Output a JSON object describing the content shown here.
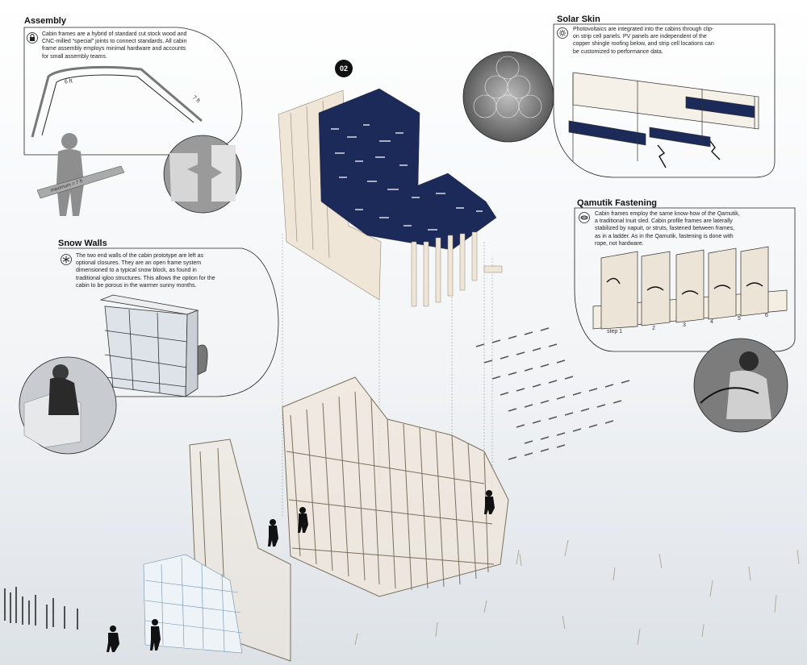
{
  "badge": "02",
  "assembly": {
    "title": "Assembly",
    "text": "Cabin frames are a hybrid of standard cut stock wood and CNC-milled “special” joints to connect standards. All cabin frame assembly employs minimal hardware and accounts for small assembly teams.",
    "dims": [
      "6 ft",
      "7 ft",
      "maximum = 7 ft"
    ],
    "icon": "lock-icon"
  },
  "snow_walls": {
    "title": "Snow Walls",
    "text": "The two end walls of the cabin prototype are left as optional closures. They are an open frame system dimensioned to a typical snow block, as found in traditional igloo structures. This allows the option for the cabin to be porous in the warmer sunny months.",
    "icon": "snowflake-icon"
  },
  "solar_skin": {
    "title": "Solar Skin",
    "text": "Photovoltaics are integrated into the cabins through clip-on strip cell panels. PV panels are independent of the copper shingle roofing below, and strip cell locations can be customized to performance data.",
    "icon": "sun-icon"
  },
  "qamutik": {
    "title": "Qamutik Fastening",
    "text": "Cabin frames employ the same know-how of the Qamutik, a traditional Inuit sled. Cabin profile frames are laterally stabilized by napuit, or struts, fastened between frames, as in a ladder. As in the Qamutik, fastening is done with rope, not hardware.",
    "steps": [
      "step 1",
      "2",
      "3",
      "4",
      "5",
      "6"
    ],
    "icon": "rope-icon"
  },
  "colors": {
    "pv_blue": "#1c2a5a",
    "wood": "#efe6d8",
    "snow": "#e8ecef",
    "ink": "#222222"
  }
}
